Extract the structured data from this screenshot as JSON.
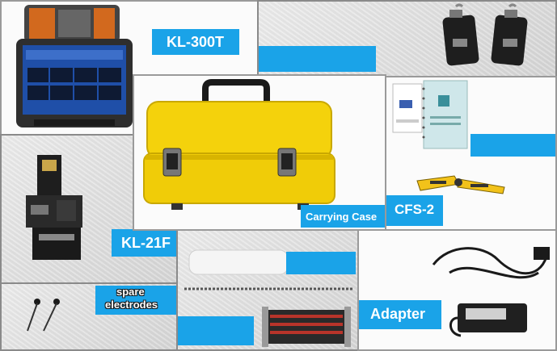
{
  "labels": {
    "splicer": "KL-300T",
    "carrying_case": "Carrying Case",
    "stripper": "CFS-2",
    "cleaver": "KL-21F",
    "electrodes_line1": "spare",
    "electrodes_line2": "electrodes",
    "adapter": "Adapter"
  },
  "colors": {
    "accent_blue": "#1aa3e8",
    "case_yellow": "#f4d20c",
    "tool_yellow": "#f2c21a"
  }
}
